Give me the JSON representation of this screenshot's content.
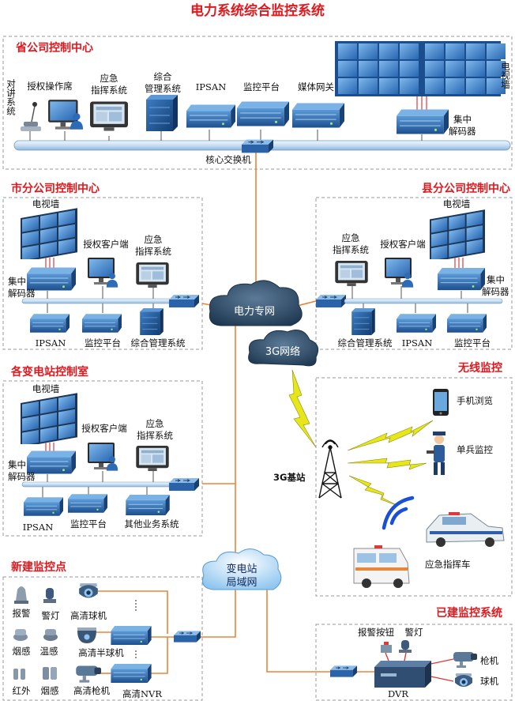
{
  "title": "电力系统综合监控系统",
  "sections": {
    "province": "省公司控制中心",
    "city": "市分公司控制中心",
    "county": "县分公司控制中心",
    "substation": "各变电站控制室",
    "newpoint": "新建监控点",
    "wireless": "无线监控",
    "existing": "已建监控系统"
  },
  "province": {
    "intercom": "对讲系统",
    "auth_console": "授权操作席",
    "emergency": [
      "应急",
      "指挥系统"
    ],
    "mgmt": [
      "综合",
      "管理系统"
    ],
    "ipsan": "IPSAN",
    "monitor_platform": "监控平台",
    "media_gateway": "媒体网关",
    "tv_wall": "电视墙",
    "decoder": [
      "集中",
      "解码器"
    ],
    "core_switch": "核心交换机"
  },
  "city": {
    "tv_wall": "电视墙",
    "auth_client": "授权客户端",
    "emergency": [
      "应急",
      "指挥系统"
    ],
    "decoder": [
      "集中",
      "解码器"
    ],
    "ipsan": "IPSAN",
    "monitor_platform": "监控平台",
    "mgmt": "综合管理系统"
  },
  "county": {
    "tv_wall": "电视墙",
    "emergency": [
      "应急",
      "指挥系统"
    ],
    "auth_client": "授权客户端",
    "decoder": [
      "集中",
      "解码器"
    ],
    "mgmt": "综合管理系统",
    "ipsan": "IPSAN",
    "monitor_platform": "监控平台"
  },
  "substation": {
    "tv_wall": "电视墙",
    "auth_client": "授权客户端",
    "emergency": [
      "应急",
      "指挥系统"
    ],
    "decoder": [
      "集中",
      "解码器"
    ],
    "ipsan": "IPSAN",
    "monitor_platform": "监控平台",
    "other": "其他业务系统"
  },
  "clouds": {
    "power_net": "电力专网",
    "net3g": "3G网络",
    "lan": [
      "变电站",
      "局域网"
    ]
  },
  "base_station": "3G基站",
  "wireless": {
    "phone": "手机浏览",
    "soldier": "单兵监控",
    "vehicle": "应急指挥车"
  },
  "newpoint": {
    "alarm": "报警",
    "light": "警灯",
    "hd_dome": "高清球机",
    "smoke": "烟感",
    "temp": "温感",
    "hd_half_dome": "高清半球机",
    "infrared": "红外",
    "smoke2": "烟感",
    "hd_bullet": "高清枪机",
    "hd_nvr": "高清NVR"
  },
  "existing": {
    "alarm_btn": "报警按钮",
    "light": "警灯",
    "gun": "枪机",
    "dome": "球机",
    "dvr": "DVR"
  },
  "colors": {
    "title_red": "#e0191e",
    "line_orange": "#e8863a",
    "bus_blue": "#cfe3f5",
    "device_blue": "#2a6fba",
    "cloud_dark": "#2c4a66"
  }
}
